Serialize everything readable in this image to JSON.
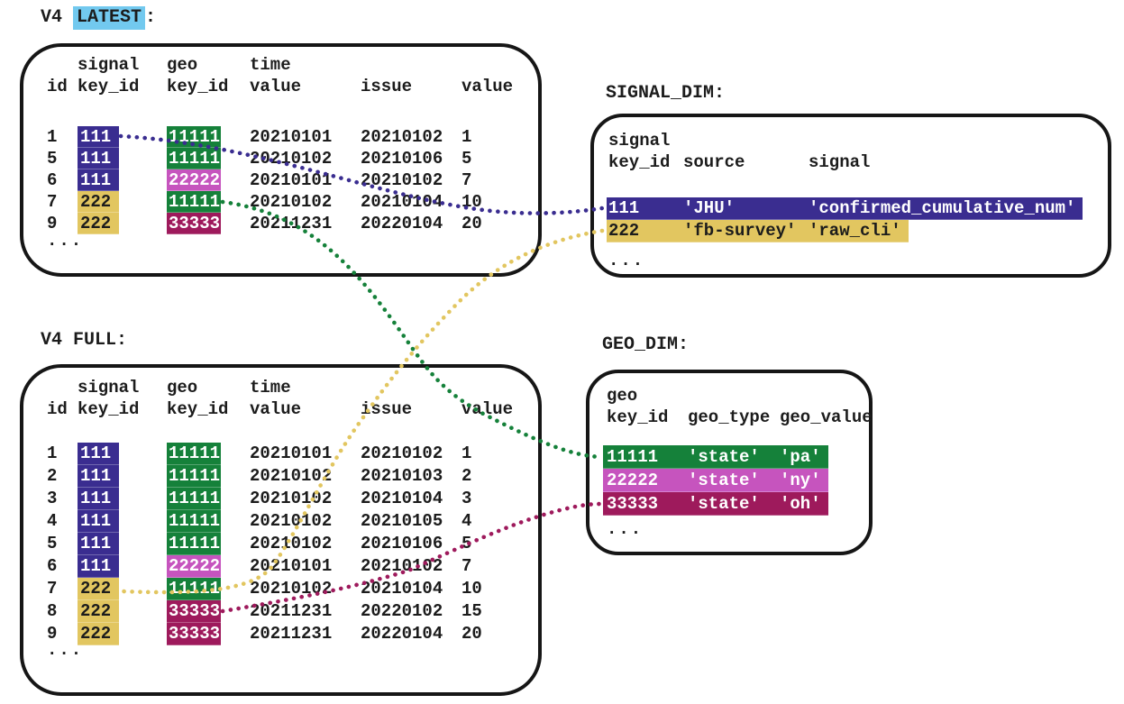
{
  "colors": {
    "purple": "#3a2d90",
    "yellow": "#e2c660",
    "green": "#15813a",
    "pink": "#c654be",
    "maroon": "#9e1a5c",
    "cyan": "#72c9ef",
    "ink": "#1c1c1c",
    "white_text": "#ffffff",
    "dark_text": "#1c1c1c"
  },
  "key_colors": {
    "111": "purple",
    "222": "yellow",
    "11111": "green",
    "22222": "pink",
    "33333": "maroon"
  },
  "latest": {
    "label": {
      "pre": "V4 ",
      "hl": "LATEST",
      "post": ":"
    },
    "headers": {
      "line1": [
        "signal",
        "geo",
        "time"
      ],
      "line2": [
        "id",
        "key_id",
        "key_id",
        "value",
        "issue",
        "value"
      ]
    },
    "rows": [
      {
        "id": "1",
        "signal_key": "111",
        "geo_key": "11111",
        "time_value": "20210101",
        "issue": "20210102",
        "value": "1"
      },
      {
        "id": "5",
        "signal_key": "111",
        "geo_key": "11111",
        "time_value": "20210102",
        "issue": "20210106",
        "value": "5"
      },
      {
        "id": "6",
        "signal_key": "111",
        "geo_key": "22222",
        "time_value": "20210101",
        "issue": "20210102",
        "value": "7"
      },
      {
        "id": "7",
        "signal_key": "222",
        "geo_key": "11111",
        "time_value": "20210102",
        "issue": "20210104",
        "value": "10"
      },
      {
        "id": "9",
        "signal_key": "222",
        "geo_key": "33333",
        "time_value": "20211231",
        "issue": "20220104",
        "value": "20"
      }
    ],
    "ellipsis": "..."
  },
  "full": {
    "label": {
      "pre": "V4 ",
      "hl": "",
      "post": "FULL:"
    },
    "headers": {
      "line1": [
        "signal",
        "geo",
        "time"
      ],
      "line2": [
        "id",
        "key_id",
        "key_id",
        "value",
        "issue",
        "value"
      ]
    },
    "rows": [
      {
        "id": "1",
        "signal_key": "111",
        "geo_key": "11111",
        "time_value": "20210101",
        "issue": "20210102",
        "value": "1"
      },
      {
        "id": "2",
        "signal_key": "111",
        "geo_key": "11111",
        "time_value": "20210102",
        "issue": "20210103",
        "value": "2"
      },
      {
        "id": "3",
        "signal_key": "111",
        "geo_key": "11111",
        "time_value": "20210102",
        "issue": "20210104",
        "value": "3"
      },
      {
        "id": "4",
        "signal_key": "111",
        "geo_key": "11111",
        "time_value": "20210102",
        "issue": "20210105",
        "value": "4"
      },
      {
        "id": "5",
        "signal_key": "111",
        "geo_key": "11111",
        "time_value": "20210102",
        "issue": "20210106",
        "value": "5"
      },
      {
        "id": "6",
        "signal_key": "111",
        "geo_key": "22222",
        "time_value": "20210101",
        "issue": "20210102",
        "value": "7"
      },
      {
        "id": "7",
        "signal_key": "222",
        "geo_key": "11111",
        "time_value": "20210102",
        "issue": "20210104",
        "value": "10"
      },
      {
        "id": "8",
        "signal_key": "222",
        "geo_key": "33333",
        "time_value": "20211231",
        "issue": "20220102",
        "value": "15"
      },
      {
        "id": "9",
        "signal_key": "222",
        "geo_key": "33333",
        "time_value": "20211231",
        "issue": "20220104",
        "value": "20"
      }
    ],
    "ellipsis": "..."
  },
  "signal_dim": {
    "label": "SIGNAL_DIM:",
    "headers": {
      "line1": "signal",
      "line2": [
        "key_id",
        "source",
        "signal"
      ]
    },
    "rows": [
      {
        "key_id": "111",
        "source": "'JHU'",
        "signal": "'confirmed_cumulative_num'"
      },
      {
        "key_id": "222",
        "source": "'fb-survey'",
        "signal": "'raw_cli'"
      }
    ],
    "ellipsis": "..."
  },
  "geo_dim": {
    "label": "GEO_DIM:",
    "headers": {
      "line1": "geo",
      "line2": [
        "key_id",
        "geo_type",
        "geo_value"
      ]
    },
    "rows": [
      {
        "key_id": "11111",
        "geo_type": "'state'",
        "geo_value": "'pa'"
      },
      {
        "key_id": "22222",
        "geo_type": "'state'",
        "geo_value": "'ny'"
      },
      {
        "key_id": "33333",
        "geo_type": "'state'",
        "geo_value": "'oh'"
      }
    ],
    "ellipsis": "..."
  },
  "links": [
    {
      "name": "link-latest-111-to-signal-dim",
      "color_key": "purple",
      "from": "V4 LATEST row id 1 signal key_id 111",
      "to": "SIGNAL_DIM 111"
    },
    {
      "name": "link-signal-dim-222-to-full",
      "color_key": "yellow",
      "from": "SIGNAL_DIM 222",
      "to": "V4 FULL row id 7 signal key_id 222"
    },
    {
      "name": "link-latest-11111-to-geo-dim",
      "color_key": "green",
      "from": "V4 LATEST row id 7 geo key_id 11111",
      "to": "GEO_DIM 11111"
    },
    {
      "name": "link-full-33333-to-geo-dim",
      "color_key": "maroon",
      "from": "V4 FULL row id 8 geo key_id 33333",
      "to": "GEO_DIM 33333"
    }
  ]
}
